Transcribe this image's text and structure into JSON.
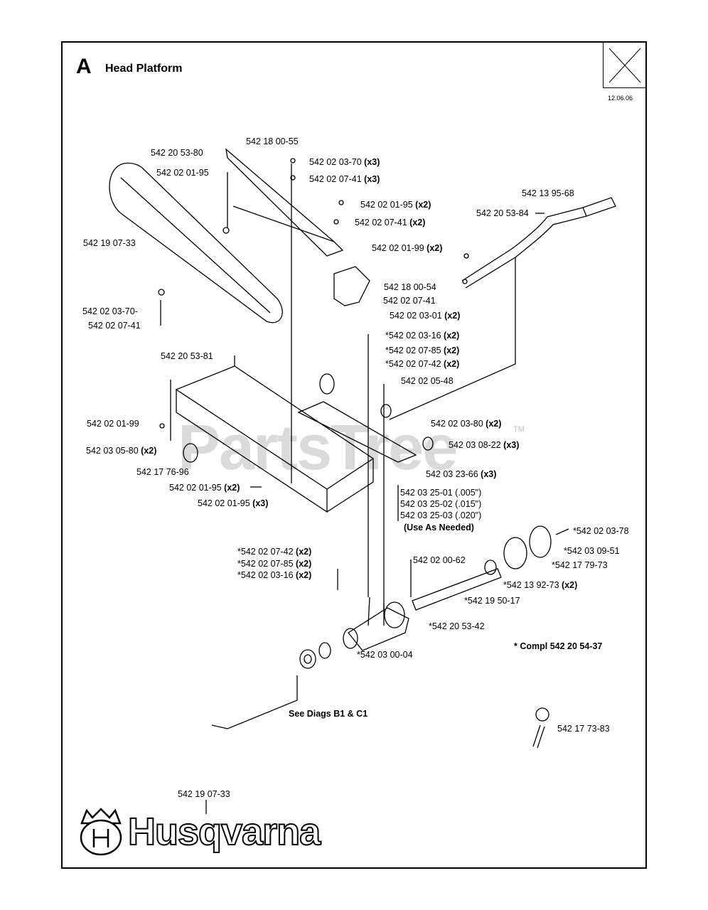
{
  "header": {
    "section_letter": "A",
    "section_title": "Head Platform",
    "date": "12.06.06"
  },
  "watermark": {
    "text": "PartsTree",
    "tm": "TM"
  },
  "brand": {
    "name": "Husqvarna"
  },
  "labels": [
    {
      "id": "l1",
      "pn": "542 18 00-55",
      "q": ""
    },
    {
      "id": "l2",
      "pn": "542 20 53-80",
      "q": ""
    },
    {
      "id": "l3",
      "pn": "542 02 03-70",
      "q": "(x3)"
    },
    {
      "id": "l4",
      "pn": "542 02 01-95",
      "q": ""
    },
    {
      "id": "l5",
      "pn": "542 02 07-41",
      "q": "(x3)"
    },
    {
      "id": "l6",
      "pn": "542 02 01-95",
      "q": "(x2)"
    },
    {
      "id": "l7",
      "pn": "542 02 07-41",
      "q": "(x2)"
    },
    {
      "id": "l8",
      "pn": "542 13 95-68",
      "q": ""
    },
    {
      "id": "l9",
      "pn": "542 20 53-84",
      "q": ""
    },
    {
      "id": "l10",
      "pn": "542 19 07-33",
      "q": ""
    },
    {
      "id": "l11",
      "pn": "542 02 01-99",
      "q": "(x2)"
    },
    {
      "id": "l12",
      "pn": "542 18 00-54",
      "q": ""
    },
    {
      "id": "l13",
      "pn": "542 02 07-41",
      "q": ""
    },
    {
      "id": "l14",
      "pn": "542 02 03-70-",
      "q": ""
    },
    {
      "id": "l15",
      "pn": "542 02 03-01",
      "q": "(x2)"
    },
    {
      "id": "l16",
      "pn": "542 02 07-41",
      "q": ""
    },
    {
      "id": "l17",
      "pn": "*542 02 03-16",
      "q": "(x2)"
    },
    {
      "id": "l18",
      "pn": "*542 02 07-85",
      "q": "(x2)"
    },
    {
      "id": "l19",
      "pn": "542 20 53-81",
      "q": ""
    },
    {
      "id": "l20",
      "pn": "*542 02 07-42",
      "q": "(x2)"
    },
    {
      "id": "l21",
      "pn": "542 02 05-48",
      "q": ""
    },
    {
      "id": "l22",
      "pn": "542 02 01-99",
      "q": ""
    },
    {
      "id": "l23",
      "pn": "542 02 03-80",
      "q": "(x2)"
    },
    {
      "id": "l24",
      "pn": "542 03 05-80",
      "q": "(x2)"
    },
    {
      "id": "l25",
      "pn": "542 03 08-22",
      "q": "(x3)"
    },
    {
      "id": "l26",
      "pn": "542 17 76-96",
      "q": ""
    },
    {
      "id": "l27",
      "pn": "542 03 23-66",
      "q": "(x3)"
    },
    {
      "id": "l28",
      "pn": "542 02 01-95",
      "q": "(x2)"
    },
    {
      "id": "l29",
      "pn": "542 03 25-01",
      "q": "(.005\")"
    },
    {
      "id": "l30",
      "pn": "542 02 01-95",
      "q": "(x3)"
    },
    {
      "id": "l31",
      "pn": "542 03 25-02",
      "q": "(.015\")"
    },
    {
      "id": "l32",
      "pn": "542 03 25-03",
      "q": "(.020\")"
    },
    {
      "id": "l33",
      "pn": "(Use As Needed)",
      "q": ""
    },
    {
      "id": "l34",
      "pn": "*542 02 03-78",
      "q": ""
    },
    {
      "id": "l35",
      "pn": "*542 02 07-42",
      "q": "(x2)"
    },
    {
      "id": "l36",
      "pn": "*542 03 09-51",
      "q": ""
    },
    {
      "id": "l37",
      "pn": "*542 02 07-85",
      "q": "(x2)"
    },
    {
      "id": "l38",
      "pn": "542 02 00-62",
      "q": ""
    },
    {
      "id": "l39",
      "pn": "*542 17 79-73",
      "q": ""
    },
    {
      "id": "l40",
      "pn": "*542 02 03-16",
      "q": "(x2)"
    },
    {
      "id": "l41",
      "pn": "*542 13 92-73",
      "q": "(x2)"
    },
    {
      "id": "l42",
      "pn": "*542 19 50-17",
      "q": ""
    },
    {
      "id": "l43",
      "pn": "*542 20 53-42",
      "q": ""
    },
    {
      "id": "l44",
      "pn": "* Compl 542 20 54-37",
      "q": ""
    },
    {
      "id": "l45",
      "pn": "*542 03 00-04",
      "q": ""
    },
    {
      "id": "l46",
      "pn": "See Diags B1 & C1",
      "q": ""
    },
    {
      "id": "l47",
      "pn": "542 17 73-83",
      "q": ""
    },
    {
      "id": "l48",
      "pn": "542 19 07-33",
      "q": ""
    }
  ]
}
